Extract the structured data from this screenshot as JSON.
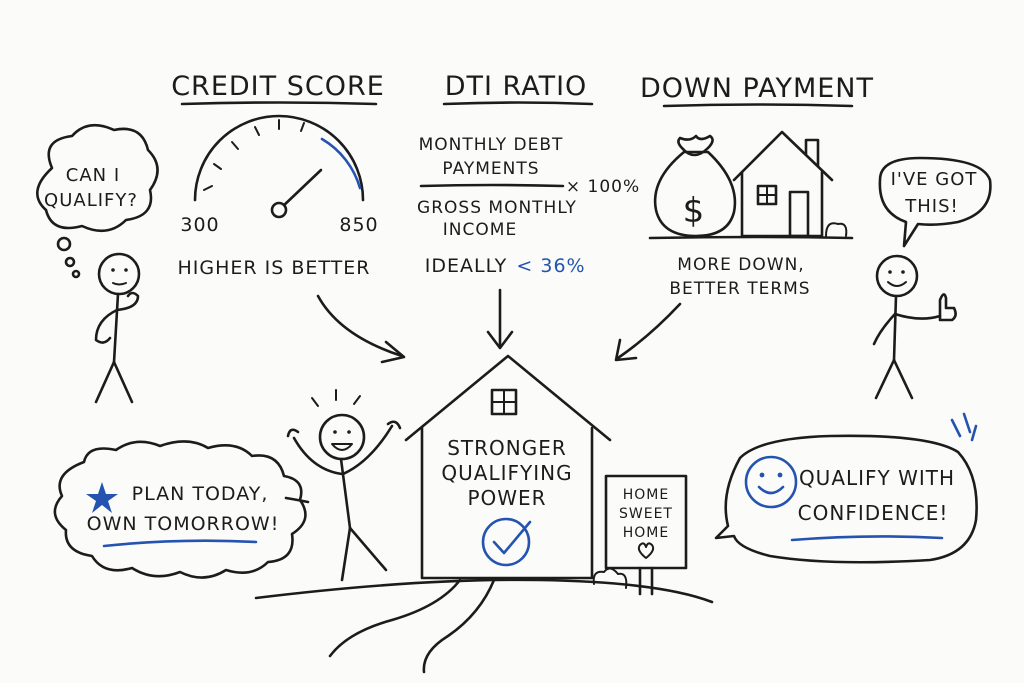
{
  "colors": {
    "ink": "#1c1c1c",
    "accent": "#2453b0",
    "paper": "#fbfbf9"
  },
  "headings": {
    "credit": "CREDIT SCORE",
    "dti": "DTI RATIO",
    "down": "DOWN PAYMENT"
  },
  "credit": {
    "min_label": "300",
    "max_label": "850",
    "caption": "HIGHER IS BETTER"
  },
  "dti": {
    "numerator_line1": "MONTHLY DEBT",
    "numerator_line2": "PAYMENTS",
    "multiplier": "× 100%",
    "denominator_line1": "GROSS MONTHLY",
    "denominator_line2": "INCOME",
    "ideal_prefix": "IDEALLY",
    "ideal_value": "< 36%"
  },
  "down": {
    "money_symbol": "$",
    "caption_line1": "MORE DOWN,",
    "caption_line2": "BETTER TERMS"
  },
  "bubbles": {
    "left_thought_line1": "CAN I",
    "left_thought_line2": "QUALIFY?",
    "right_speech_line1": "I'VE GOT",
    "right_speech_line2": "THIS!"
  },
  "center_house": {
    "line1": "STRONGER",
    "line2": "QUALIFYING",
    "line3": "POWER"
  },
  "sign": {
    "line1": "HOME",
    "line2": "SWEET",
    "line3": "HOME"
  },
  "cloud_left": {
    "line1": "PLAN TODAY,",
    "line2": "OWN TOMORROW!"
  },
  "speech_right": {
    "line1": "QUALIFY WITH",
    "line2": "CONFIDENCE!"
  },
  "icons": [
    "gauge-icon",
    "money-bag-icon",
    "house-icon",
    "star-icon",
    "smiley-icon",
    "checkmark-icon",
    "heart-icon"
  ]
}
